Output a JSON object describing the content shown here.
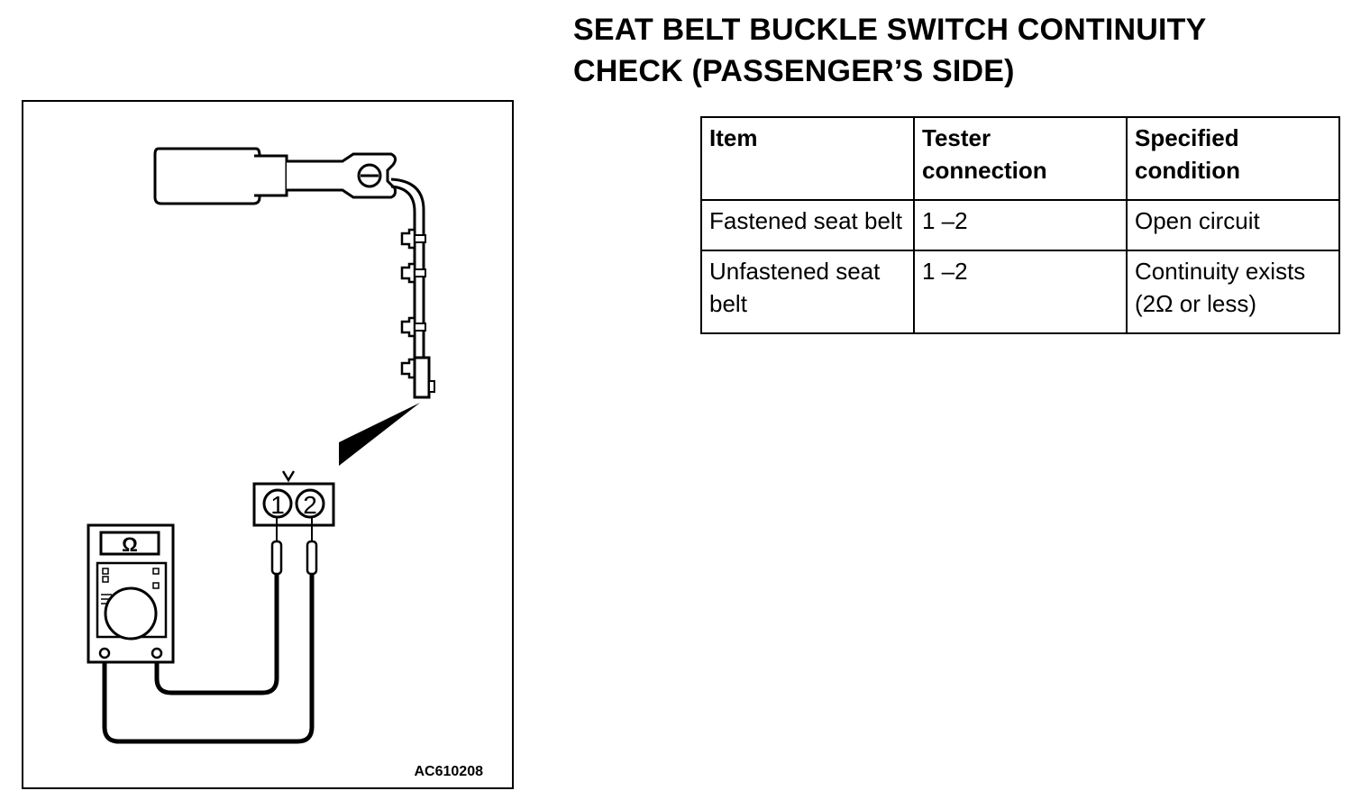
{
  "title": {
    "line1": "SEAT BELT BUCKLE SWITCH CONTINUITY",
    "line2": "CHECK (PASSENGER’S SIDE)"
  },
  "figure": {
    "code": "AC610208",
    "meter_symbol": "Ω",
    "terminals": [
      "1",
      "2"
    ]
  },
  "table": {
    "headers": [
      "Item",
      "Tester connection",
      "Specified condition"
    ],
    "rows": [
      [
        "Fastened seat belt",
        "1 –2",
        "Open circuit"
      ],
      [
        "Unfastened seat belt",
        "1 –2",
        "Continuity exists (2Ω or less)"
      ]
    ]
  }
}
